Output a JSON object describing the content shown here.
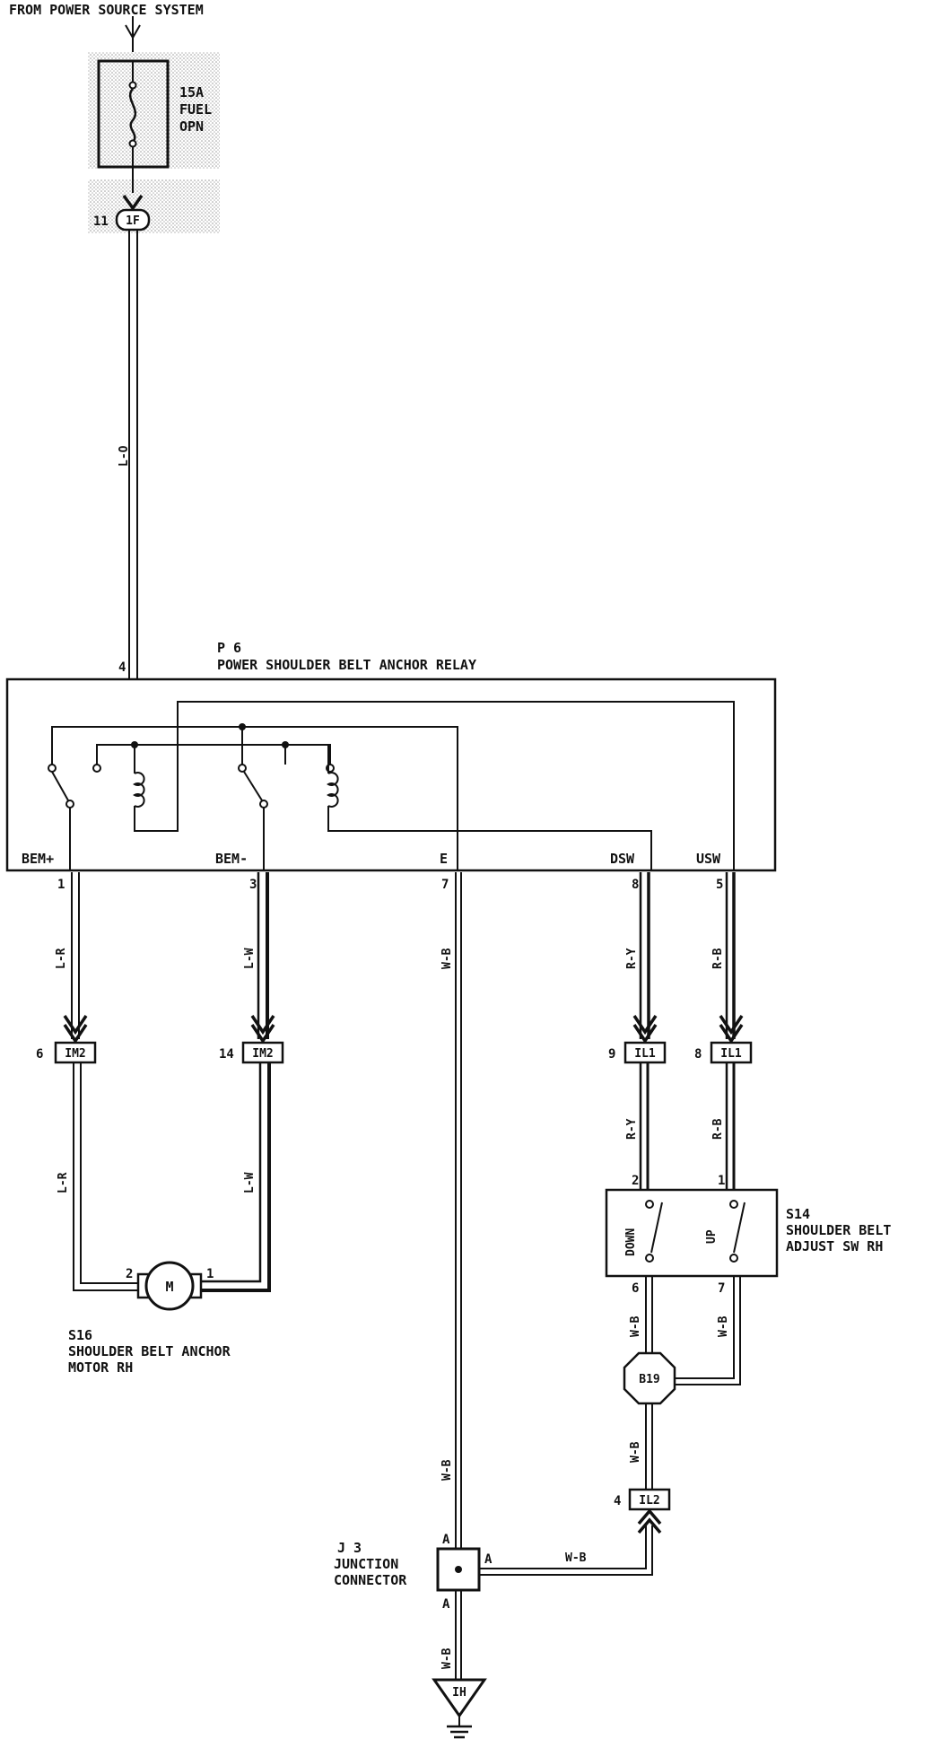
{
  "header": {
    "source_label": "FROM POWER SOURCE SYSTEM"
  },
  "fuse": {
    "rating": "15A",
    "name_line1": "FUEL",
    "name_line2": "OPN"
  },
  "jb_connector": {
    "pin": "11",
    "code": "1F"
  },
  "relay": {
    "id": "P 6",
    "name": "POWER SHOULDER BELT ANCHOR RELAY",
    "terminals": [
      "BEM+",
      "BEM-",
      "E",
      "DSW",
      "USW"
    ],
    "top_pin": "4"
  },
  "relay_pins": {
    "bem_plus": "1",
    "bem_minus": "3",
    "e": "7",
    "dsw": "8",
    "usw": "5"
  },
  "wire_colors": {
    "supply": "L-O",
    "bem_plus": "L-R",
    "bem_minus": "L-W",
    "ground": "W-B",
    "dsw": "R-Y",
    "usw": "R-B"
  },
  "connectors": {
    "im2_left": {
      "pin": "6",
      "code": "IM2"
    },
    "im2_right": {
      "pin": "14",
      "code": "IM2"
    },
    "il1_left": {
      "pin": "9",
      "code": "IL1"
    },
    "il1_right": {
      "pin": "8",
      "code": "IL1"
    },
    "il2": {
      "pin": "4",
      "code": "IL2"
    }
  },
  "motor": {
    "id": "S16",
    "name_line1": "SHOULDER BELT ANCHOR",
    "name_line2": "MOTOR RH",
    "symbol": "M",
    "pin_left": "2",
    "pin_right": "1"
  },
  "switch": {
    "id": "S14",
    "name_line1": "SHOULDER BELT",
    "name_line2": "ADJUST SW RH",
    "down_label": "DOWN",
    "up_label": "UP",
    "pin_top_left": "2",
    "pin_top_right": "1",
    "pin_bottom_left": "6",
    "pin_bottom_right": "7"
  },
  "splice": {
    "code": "B19"
  },
  "junction": {
    "id": "J 3",
    "name_line1": "JUNCTION",
    "name_line2": "CONNECTOR",
    "pin_a": "A"
  },
  "ground": {
    "code": "IH"
  }
}
